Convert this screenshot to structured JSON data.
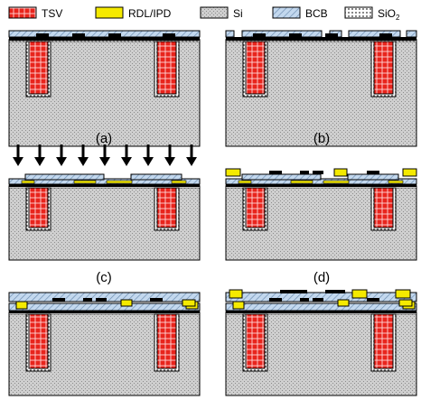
{
  "legend": {
    "items": [
      {
        "key": "tsv",
        "label": "TSV"
      },
      {
        "key": "rdl",
        "label": "RDL/IPD"
      },
      {
        "key": "si",
        "label": "Si"
      },
      {
        "key": "bcb",
        "label": "BCB"
      },
      {
        "key": "sio2",
        "label": "SiO",
        "sub": "2"
      }
    ]
  },
  "panels": [
    {
      "id": "a",
      "caption": "(a)"
    },
    {
      "id": "b",
      "caption": "(b)"
    },
    {
      "id": "c",
      "caption": "(c)"
    },
    {
      "id": "d",
      "caption": "(d)"
    },
    {
      "id": "e",
      "caption": ""
    },
    {
      "id": "f",
      "caption": ""
    }
  ],
  "colors": {
    "tsv": "#e8241c",
    "rdl": "#f5ea00",
    "si": "#c8c8c8",
    "bcb": "#bcd3ea",
    "metal": "#000000"
  }
}
